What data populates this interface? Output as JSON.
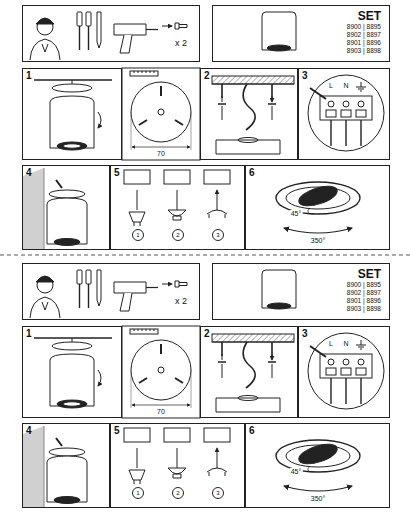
{
  "diagram": {
    "nodes": [
      {
        "text": [
          "x 2"
        ]
      },
      {
        "text": [
          "SET",
          "8900 | 8895",
          "8902 | 8897",
          "8901 | 8896",
          "8903 | 8898"
        ]
      },
      {
        "text": [
          "1"
        ]
      },
      {
        "text": [
          "2"
        ]
      },
      {
        "text": [
          "3"
        ]
      },
      {
        "text": [
          "4"
        ]
      },
      {
        "text": [
          "5"
        ]
      },
      {
        "text": [
          "1"
        ],
        "in": 6
      },
      {
        "text": [
          "2"
        ],
        "in": 6
      },
      {
        "text": [
          "3"
        ],
        "in": 6
      },
      {
        "text": [
          "6"
        ]
      },
      {
        "text": [
          "x 2"
        ]
      },
      {
        "text": [
          "SET",
          "8900 | 8895",
          "8902 | 8897",
          "8901 | 8896",
          "8903 | 8898"
        ]
      },
      {
        "text": [
          "1"
        ]
      },
      {
        "text": [
          "2"
        ]
      },
      {
        "text": [
          "3"
        ]
      },
      {
        "text": [
          "4"
        ]
      },
      {
        "text": [
          "5"
        ]
      },
      {
        "text": [
          "1"
        ],
        "in": 17
      },
      {
        "text": [
          "2"
        ],
        "in": 17
      },
      {
        "text": [
          "3"
        ],
        "in": 17
      },
      {
        "text": [
          "6"
        ]
      }
    ],
    "labels": [
      "70",
      "L",
      "N",
      "45°",
      "350°",
      "70",
      "L",
      "N",
      "45°",
      "350°"
    ]
  }
}
